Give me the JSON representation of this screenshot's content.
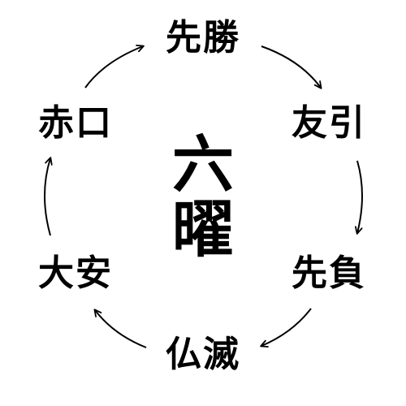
{
  "diagram": {
    "title_chars": [
      "六",
      "曜"
    ],
    "nodes": [
      {
        "label": "先勝"
      },
      {
        "label": "友引"
      },
      {
        "label": "先負"
      },
      {
        "label": "仏滅"
      },
      {
        "label": "大安"
      },
      {
        "label": "赤口"
      }
    ],
    "arrow_direction": "clockwise",
    "colors": {
      "text": "#000000",
      "arrow": "#000000",
      "background": "#ffffff"
    }
  }
}
